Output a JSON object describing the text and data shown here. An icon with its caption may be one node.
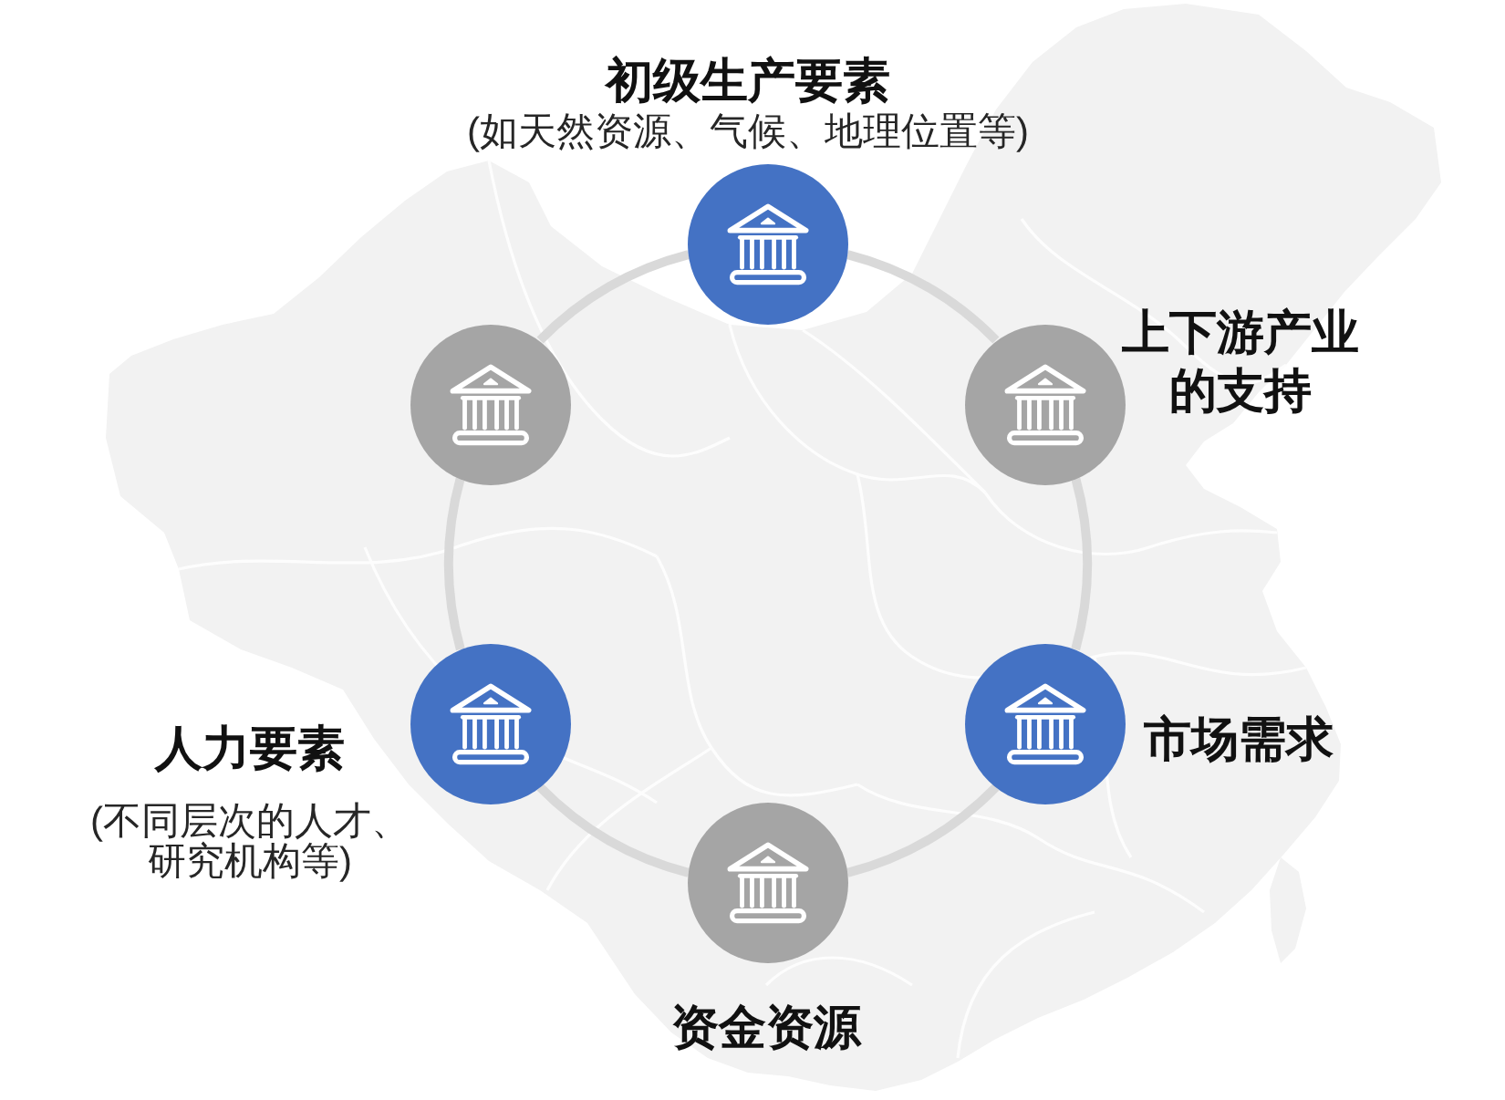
{
  "diagram": {
    "nodes": [
      {
        "text": [],
        "shape": "circle",
        "beside": [
          "初级生产要素",
          "(如天然资源、气候、地理位置等)"
        ]
      },
      {
        "text": [],
        "shape": "circle"
      },
      {
        "text": [],
        "shape": "circle",
        "beside": [
          "上下游产业的支持"
        ]
      },
      {
        "text": [],
        "shape": "circle",
        "beside": [
          "人力要素",
          "(不同层次的人才、研究机构等)"
        ]
      },
      {
        "text": [],
        "shape": "circle",
        "beside": [
          "市场需求"
        ]
      },
      {
        "text": [],
        "shape": "circle",
        "beside": [
          "资金资源"
        ]
      }
    ],
    "edges": [
      {
        "from": 0,
        "to": 2,
        "arrow": "none"
      },
      {
        "from": 2,
        "to": 4,
        "arrow": "none"
      },
      {
        "from": 4,
        "to": 5,
        "arrow": "none"
      },
      {
        "from": 5,
        "to": 3,
        "arrow": "none"
      },
      {
        "from": 3,
        "to": 1,
        "arrow": "none"
      },
      {
        "from": 1,
        "to": 0,
        "arrow": "none"
      }
    ]
  }
}
